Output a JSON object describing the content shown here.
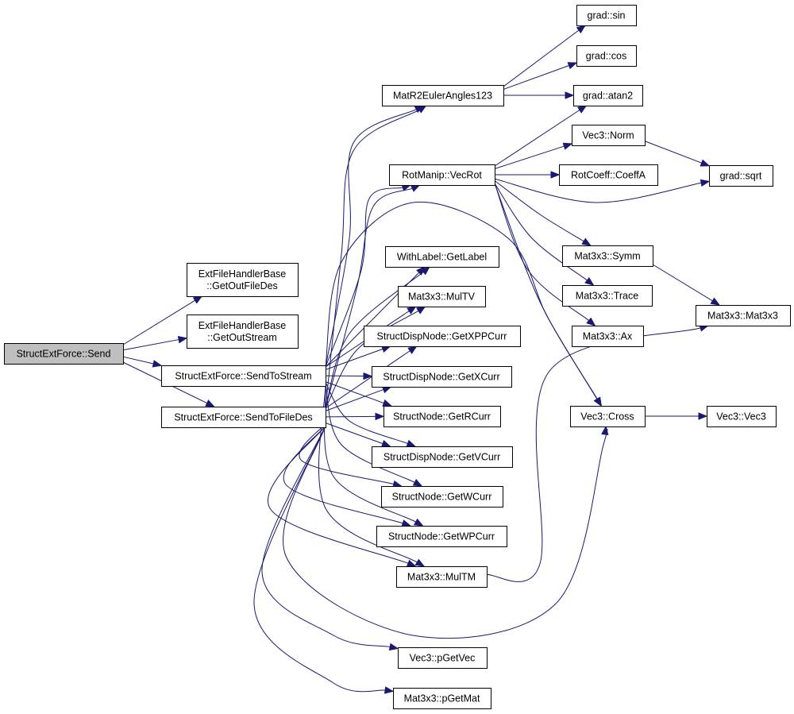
{
  "graph": {
    "colors": {
      "edge": "#191970",
      "node_border": "#000000",
      "root_fill": "#bfbfbf",
      "node_fill": "#ffffff"
    },
    "nodes": {
      "send": [
        "StructExtForce::Send"
      ],
      "getoutfiledes": [
        "ExtFileHandlerBase",
        "::GetOutFileDes"
      ],
      "getoutstream": [
        "ExtFileHandlerBase",
        "::GetOutStream"
      ],
      "sendtostream": [
        "StructExtForce::SendToStream"
      ],
      "sendtofiledes": [
        "StructExtForce::SendToFileDes"
      ],
      "matr2euler": [
        "MatR2EulerAngles123"
      ],
      "vecrot": [
        "RotManip::VecRot"
      ],
      "getlabel": [
        "WithLabel::GetLabel"
      ],
      "multv": [
        "Mat3x3::MulTV"
      ],
      "getxppcurr": [
        "StructDispNode::GetXPPCurr"
      ],
      "getxcurr": [
        "StructDispNode::GetXCurr"
      ],
      "getrcurr": [
        "StructNode::GetRCurr"
      ],
      "getvcurr": [
        "StructDispNode::GetVCurr"
      ],
      "getwcurr": [
        "StructNode::GetWCurr"
      ],
      "getwpcurr": [
        "StructNode::GetWPCurr"
      ],
      "multm": [
        "Mat3x3::MulTM"
      ],
      "pgetvec": [
        "Vec3::pGetVec"
      ],
      "pgetmat": [
        "Mat3x3::pGetMat"
      ],
      "sin": [
        "grad::sin"
      ],
      "cos": [
        "grad::cos"
      ],
      "atan2": [
        "grad::atan2"
      ],
      "norm": [
        "Vec3::Norm"
      ],
      "coeffa": [
        "RotCoeff::CoeffA"
      ],
      "symm": [
        "Mat3x3::Symm"
      ],
      "trace": [
        "Mat3x3::Trace"
      ],
      "ax": [
        "Mat3x3::Ax"
      ],
      "cross": [
        "Vec3::Cross"
      ],
      "sqrt": [
        "grad::sqrt"
      ],
      "mat3x3": [
        "Mat3x3::Mat3x3"
      ],
      "vec3": [
        "Vec3::Vec3"
      ]
    }
  }
}
